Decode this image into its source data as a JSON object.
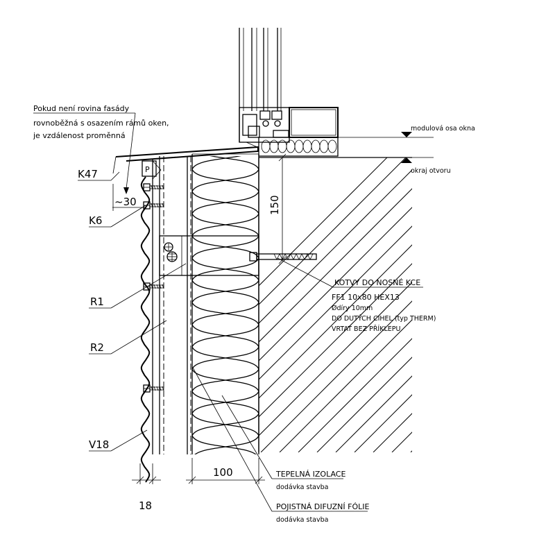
{
  "note": {
    "line1": "Pokud není rovina fasády",
    "line2": "rovnoběžná s osazením rámů oken,",
    "line3": "je vzdálenost proměnná"
  },
  "labels": {
    "k47": "K47",
    "k6": "K6",
    "r1": "R1",
    "r2": "R2",
    "v18": "V18",
    "p": "P"
  },
  "levels": {
    "modular_axis": "modulová osa okna",
    "opening_edge": "okraj otvoru"
  },
  "dimensions": {
    "approx30": "~30",
    "d150": "150",
    "d100": "100",
    "d18": "18"
  },
  "anchor": {
    "title": "KOTVY DO NOSNÉ KCE",
    "line1": "FF1 10x80 HEX13",
    "line2": "Ødíry 10mm",
    "line3": "DO DUTÝCH CIHEL (typ THERM)",
    "line4": "VRTAT BEZ PŘÍKLEPU"
  },
  "insulation": {
    "title": "TEPELNÁ IZOLACE",
    "sub": "dodávka stavba"
  },
  "membrane": {
    "title": "POJISTNÁ DIFUZNÍ FÓLIE",
    "sub": "dodávka stavba"
  }
}
